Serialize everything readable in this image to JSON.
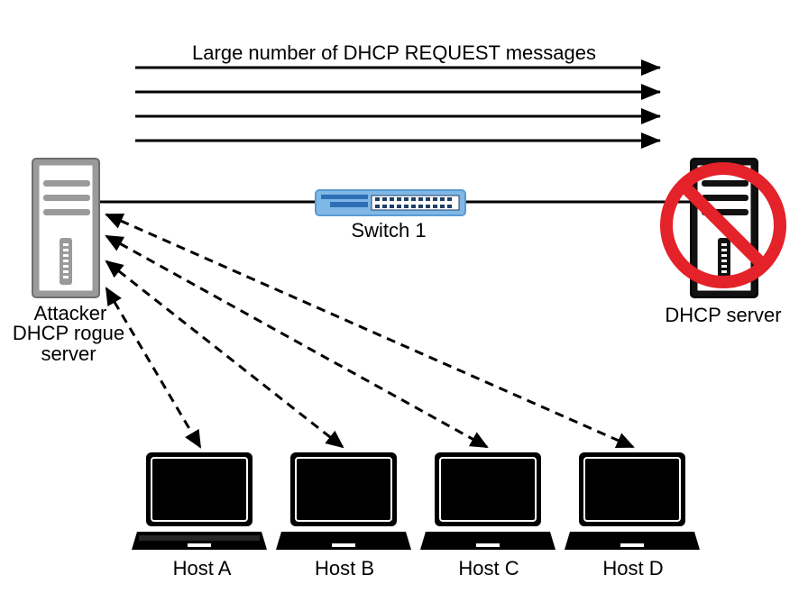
{
  "title_arrow_label": "Large number of DHCP REQUEST messages",
  "switch": {
    "label": "Switch 1"
  },
  "attacker": {
    "line1": "Attacker",
    "line2": "DHCP rogue",
    "line3": "server"
  },
  "dhcp_server": {
    "label": "DHCP server",
    "status": "blocked"
  },
  "hosts": [
    {
      "label": "Host A"
    },
    {
      "label": "Host B"
    },
    {
      "label": "Host C"
    },
    {
      "label": "Host D"
    }
  ],
  "colors": {
    "attacker_server": "#9a9a9a",
    "switch": "#7fb8e6",
    "prohibit": "#e4222a",
    "line": "#000000"
  },
  "icons": {
    "attacker": "server-tower-icon",
    "dhcp_server": "server-tower-icon",
    "blocked": "prohibited-icon",
    "switch": "network-switch-icon",
    "host": "laptop-icon"
  }
}
